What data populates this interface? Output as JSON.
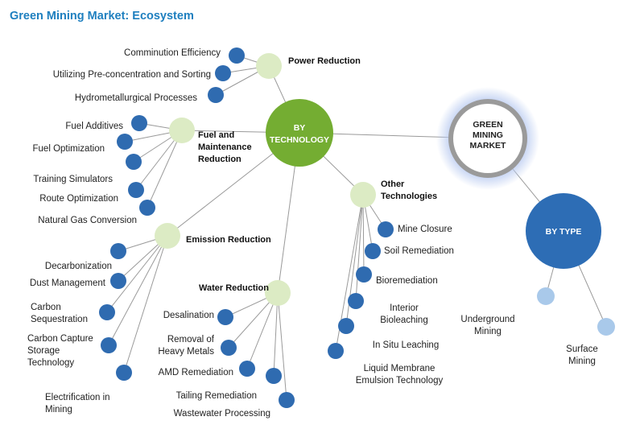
{
  "title": "Green Mining Market: Ecosystem",
  "colors": {
    "hub_technology": "#74ad32",
    "hub_type": "#2d6db5",
    "category_node": "#dcebc4",
    "leaf_node": "#2f6bb0",
    "leaf_light": "#a9c9ea",
    "connector": "#9a9a9a",
    "root_ring": "#9a9a9a",
    "root_glow": "#b7c9f0"
  },
  "root": {
    "lines": [
      "GREEN",
      "MINING",
      "MARKET"
    ]
  },
  "by_technology": {
    "lines": [
      "BY",
      "TECHNOLOGY"
    ]
  },
  "by_type": {
    "label": "BY TYPE"
  },
  "categories": [
    {
      "id": "power",
      "lines": [
        "Power Reduction"
      ],
      "leaves": [
        {
          "id": "comminution",
          "lines": [
            "Comminution Efficiency"
          ]
        },
        {
          "id": "preconcentration",
          "lines": [
            "Utilizing Pre-concentration and Sorting"
          ]
        },
        {
          "id": "hydromet",
          "lines": [
            "Hydrometallurgical Processes"
          ]
        }
      ]
    },
    {
      "id": "fuel",
      "lines": [
        "Fuel and",
        "Maintenance",
        "Reduction"
      ],
      "leaves": [
        {
          "id": "fuel-additives",
          "lines": [
            "Fuel Additives"
          ]
        },
        {
          "id": "fuel-optimization",
          "lines": [
            "Fuel Optimization"
          ]
        },
        {
          "id": "training-sim",
          "lines": [
            "Training Simulators"
          ]
        },
        {
          "id": "route-opt",
          "lines": [
            "Route Optimization"
          ]
        },
        {
          "id": "natural-gas",
          "lines": [
            "Natural Gas Conversion"
          ]
        }
      ]
    },
    {
      "id": "emission",
      "lines": [
        "Emission Reduction"
      ],
      "leaves": [
        {
          "id": "decarbonization",
          "lines": [
            "Decarbonization"
          ]
        },
        {
          "id": "dust",
          "lines": [
            "Dust Management"
          ]
        },
        {
          "id": "sequestration",
          "lines": [
            "Carbon",
            "Sequestration"
          ]
        },
        {
          "id": "ccs",
          "lines": [
            "Carbon Capture",
            "Storage",
            "Technology"
          ]
        },
        {
          "id": "electrification",
          "lines": [
            "Electrification in",
            "Mining"
          ]
        }
      ]
    },
    {
      "id": "water",
      "lines": [
        "Water Reduction"
      ],
      "leaves": [
        {
          "id": "desalination",
          "lines": [
            "Desalination"
          ]
        },
        {
          "id": "heavy-metals",
          "lines": [
            "Removal of",
            "Heavy Metals"
          ]
        },
        {
          "id": "amd",
          "lines": [
            "AMD Remediation"
          ]
        },
        {
          "id": "tailing",
          "lines": [
            "Tailing Remediation"
          ]
        },
        {
          "id": "wastewater",
          "lines": [
            "Wastewater Processing"
          ]
        }
      ]
    },
    {
      "id": "other",
      "lines": [
        "Other",
        "Technologies"
      ],
      "leaves": [
        {
          "id": "mine-closure",
          "lines": [
            "Mine Closure"
          ]
        },
        {
          "id": "soil",
          "lines": [
            "Soil Remediation"
          ]
        },
        {
          "id": "bioremediation",
          "lines": [
            "Bioremediation"
          ]
        },
        {
          "id": "bioleaching",
          "lines": [
            "Interior",
            "Bioleaching"
          ]
        },
        {
          "id": "insitu",
          "lines": [
            "In Situ Leaching"
          ]
        },
        {
          "id": "liquid-membrane",
          "lines": [
            "Liquid Membrane",
            "Emulsion Technology"
          ]
        }
      ]
    }
  ],
  "types": [
    {
      "id": "underground",
      "lines": [
        "Underground",
        "Mining"
      ]
    },
    {
      "id": "surface",
      "lines": [
        "Surface",
        "Mining"
      ]
    }
  ]
}
